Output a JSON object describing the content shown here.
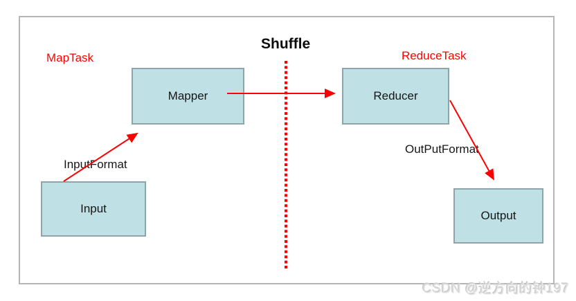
{
  "diagram": {
    "title": "Shuffle",
    "watermark": "CSDN @逆方向的钟197",
    "group_labels": {
      "map_task": "MapTask",
      "reduce_task": "ReduceTask"
    },
    "nodes": {
      "input": "Input",
      "mapper": "Mapper",
      "reducer": "Reducer",
      "output": "Output"
    },
    "edge_labels": {
      "input_format": "InputFormat",
      "output_format": "OutPutFormat"
    },
    "edges": [
      {
        "from": "Input",
        "to": "Mapper",
        "label": "InputFormat"
      },
      {
        "from": "Mapper",
        "to": "Reducer",
        "label": ""
      },
      {
        "from": "Reducer",
        "to": "Output",
        "label": "OutPutFormat"
      }
    ],
    "colors": {
      "node_fill": "#bfe0e5",
      "node_border": "#8ea4a8",
      "arrow_red": "#ff0000",
      "label_red": "#ff0000",
      "frame_border": "#b5b5b5",
      "watermark_gray": "#d9d9d9"
    }
  }
}
